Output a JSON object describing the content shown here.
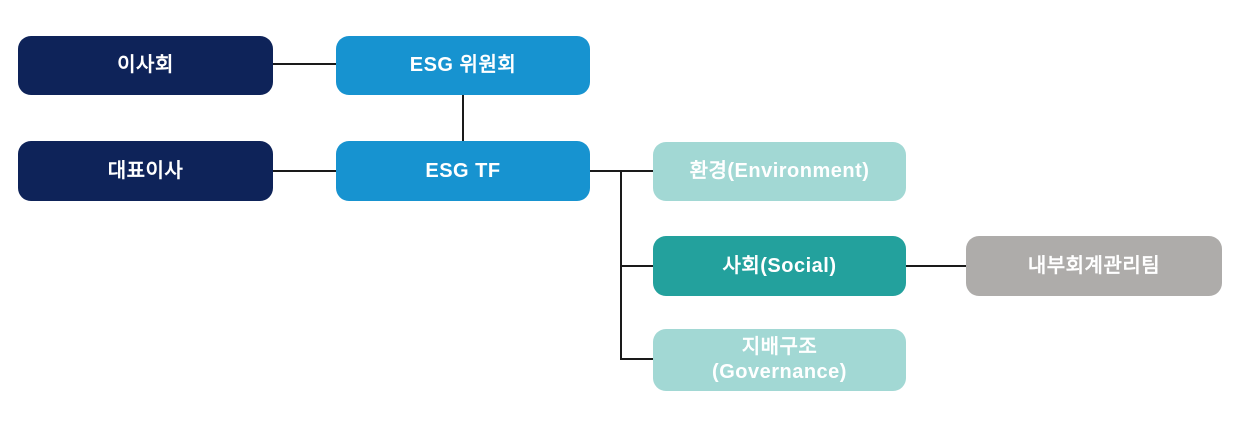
{
  "colors": {
    "navy": "#0e2359",
    "blue": "#1793d0",
    "light_teal": "#a2d8d4",
    "teal": "#23a19d",
    "gray": "#aeacaa",
    "line": "#1a1a1a",
    "text": "#ffffff",
    "background": "#ffffff"
  },
  "nodes": {
    "board": {
      "label": "이사회"
    },
    "esg_committee": {
      "label": "ESG 위원회"
    },
    "ceo": {
      "label": "대표이사"
    },
    "esg_tf": {
      "label": "ESG TF"
    },
    "environment": {
      "label": "환경(Environment)"
    },
    "social": {
      "label": "사회(Social)"
    },
    "internal_accounting": {
      "label": "내부회계관리팀"
    },
    "governance": {
      "label": "지배구조\n(Governance)"
    }
  },
  "connections": [
    {
      "from": "board",
      "to": "esg_committee"
    },
    {
      "from": "esg_committee",
      "to": "esg_tf"
    },
    {
      "from": "ceo",
      "to": "esg_tf"
    },
    {
      "from": "esg_tf",
      "to": "environment"
    },
    {
      "from": "esg_tf",
      "to": "social"
    },
    {
      "from": "esg_tf",
      "to": "governance"
    },
    {
      "from": "social",
      "to": "internal_accounting"
    }
  ]
}
